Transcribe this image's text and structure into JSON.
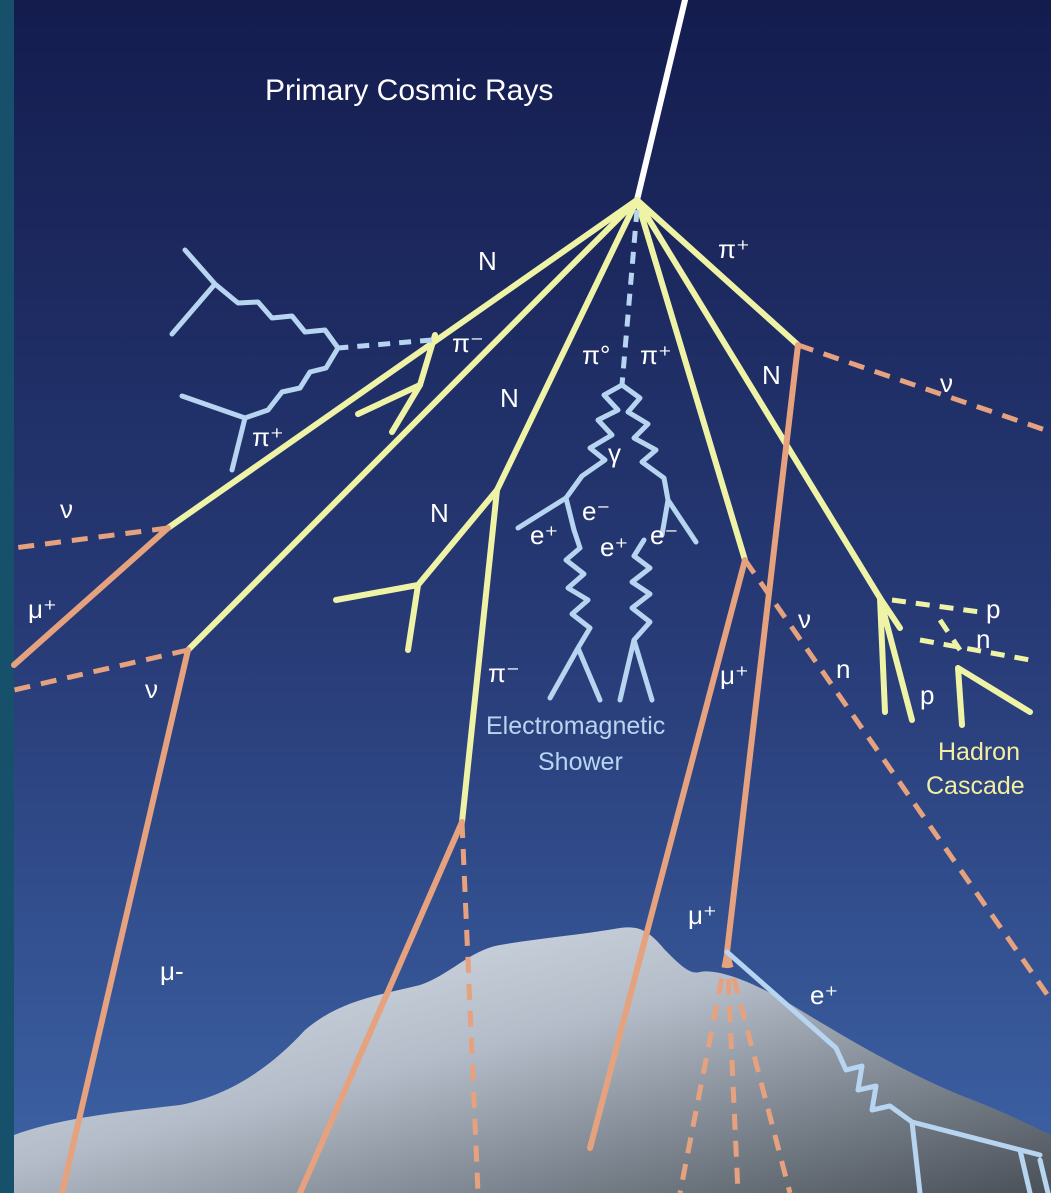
{
  "title": "Primary Cosmic Rays",
  "labels": {
    "N_top": "N",
    "pi_plus_top": "π⁺",
    "pi_minus_left": "π⁻",
    "pi_plus_left": "π⁺",
    "N_mid": "N",
    "pi0": "π°",
    "pi_plus_center": "π⁺",
    "N_right": "N",
    "nu_right_top": "ν",
    "gamma": "γ",
    "N_lower": "N",
    "e_plus_1": "e⁺",
    "e_minus_1": "e⁻",
    "e_plus_2": "e⁺",
    "e_minus_2": "e⁻",
    "nu_left": "ν",
    "mu_plus_left": "μ⁺",
    "nu_left_lower": "ν",
    "pi_minus_lower": "π⁻",
    "mu_plus_center": "μ⁺",
    "nu_center": "ν",
    "p_1": "p",
    "n_1": "n",
    "n_2": "n",
    "p_2": "p",
    "mu_minus": "μ-",
    "mu_plus_bottom": "μ⁺",
    "e_plus_bottom": "e⁺"
  },
  "em_shower": {
    "line1": "Electromagnetic",
    "line2": "Shower"
  },
  "hadron_cascade": {
    "line1": "Hadron",
    "line2": "Cascade"
  }
}
